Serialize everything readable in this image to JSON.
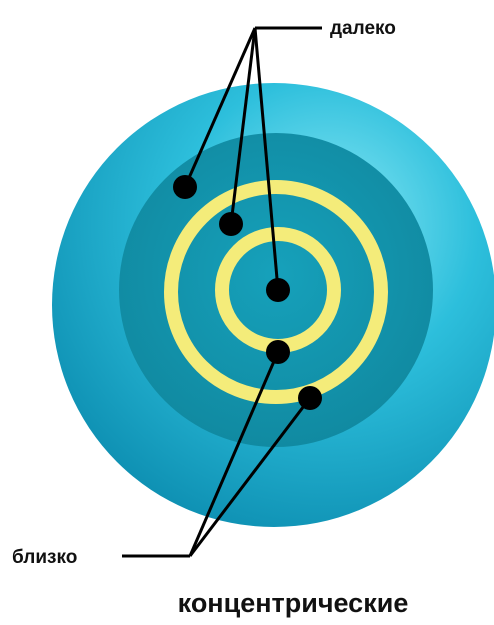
{
  "labels": {
    "far": "далеко",
    "near": "близко",
    "caption": "концентрические"
  },
  "colors": {
    "outer_light": "#72dff0",
    "outer": "#24b8d6",
    "outer_dark": "#0f8fb0",
    "inner_disc": "#1594ad",
    "ring": "#f4ec7a",
    "dot": "#000000",
    "line": "#000000"
  }
}
